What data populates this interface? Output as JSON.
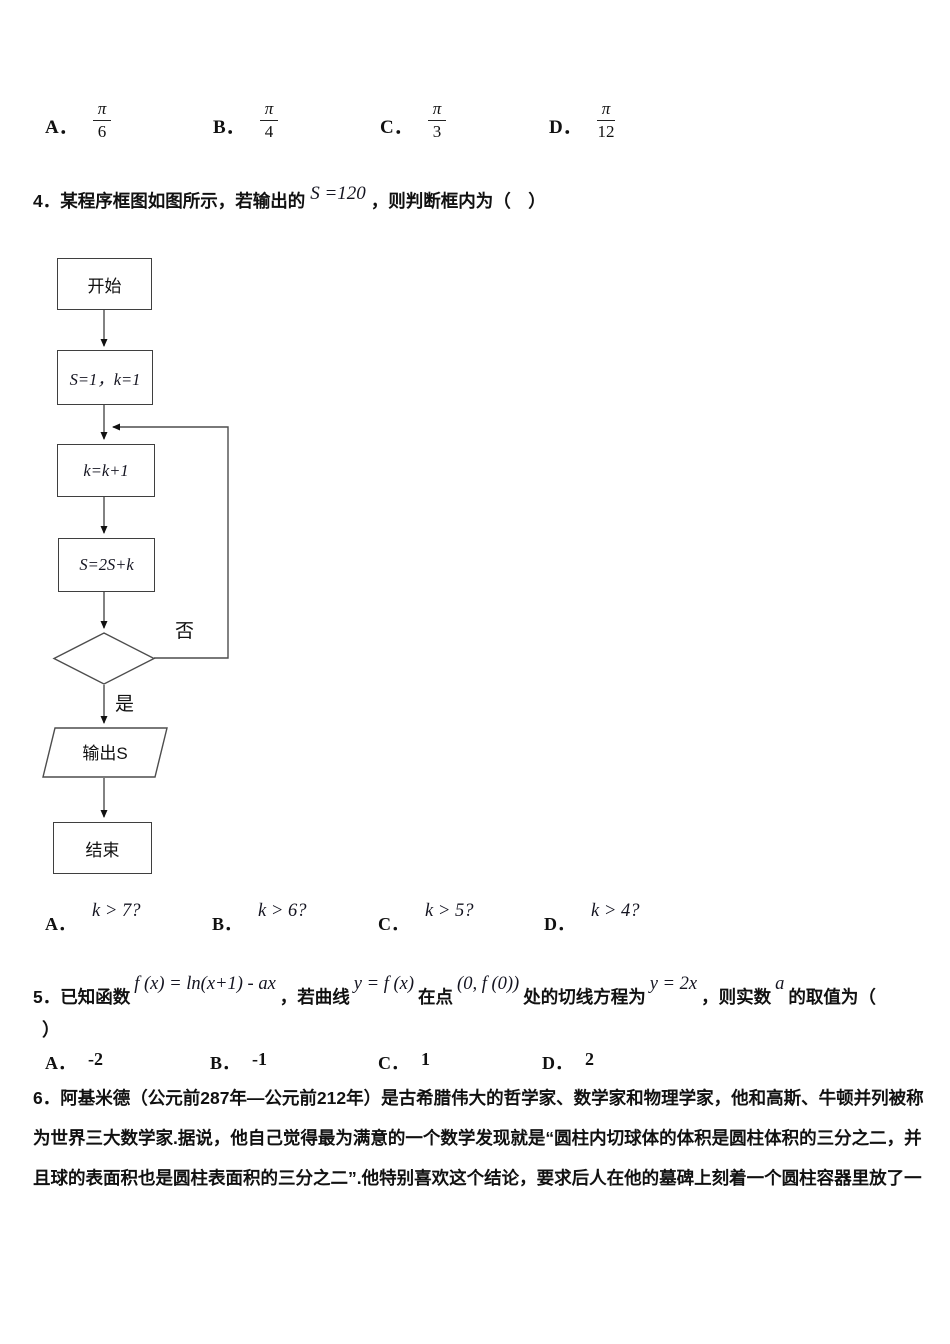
{
  "q3": {
    "options": [
      {
        "label": "A．",
        "num": "π",
        "den": "6"
      },
      {
        "label": "B．",
        "num": "π",
        "den": "4"
      },
      {
        "label": "C．",
        "num": "π",
        "den": "3"
      },
      {
        "label": "D．",
        "num": "π",
        "den": "12"
      }
    ]
  },
  "q4": {
    "prefix": "4．某程序框图如图所示，若输出的",
    "formula": "S =120",
    "suffix": "，则判断框内为（　）",
    "options": [
      {
        "label": "A．",
        "formula": "k > 7?"
      },
      {
        "label": "B．",
        "formula": "k > 6?"
      },
      {
        "label": "C．",
        "formula": "k > 5?"
      },
      {
        "label": "D．",
        "formula": "k > 4?"
      }
    ]
  },
  "flowchart": {
    "start": "开始",
    "init": "S=1，k=1",
    "increment": "k=k+1",
    "accumulate": "S=2S+k",
    "no": "否",
    "yes": "是",
    "output": "输出S",
    "end": "结束"
  },
  "q5": {
    "t1": "5．已知函数",
    "f1": "f (x) = ln(x+1) -  ax",
    "t2": "，若曲线",
    "f2": "y = f (x)",
    "t3": "在点",
    "f3": "(0, f (0))",
    "t4": "处的切线方程为",
    "f4": "y = 2x",
    "t5": "，则实数",
    "f5": "a",
    "t6": "的取值为（",
    "close": "）",
    "options": [
      {
        "label": "A．",
        "value": "-2"
      },
      {
        "label": "B．",
        "value": "-1"
      },
      {
        "label": "C．",
        "value": "1"
      },
      {
        "label": "D．",
        "value": "2"
      }
    ]
  },
  "q6": {
    "lines": [
      "6．阿基米德（公元前287年—公元前212年）是古希腊伟大的哲学家、数学家和物理学家，他和高斯、牛顿并列被称",
      "为世界三大数学家.据说，他自己觉得最为满意的一个数学发现就是“圆柱内切球体的体积是圆柱体积的三分之二，并",
      "且球的表面积也是圆柱表面积的三分之二”.他特别喜欢这个结论，要求后人在他的墓碑上刻着一个圆柱容器里放了一"
    ]
  }
}
